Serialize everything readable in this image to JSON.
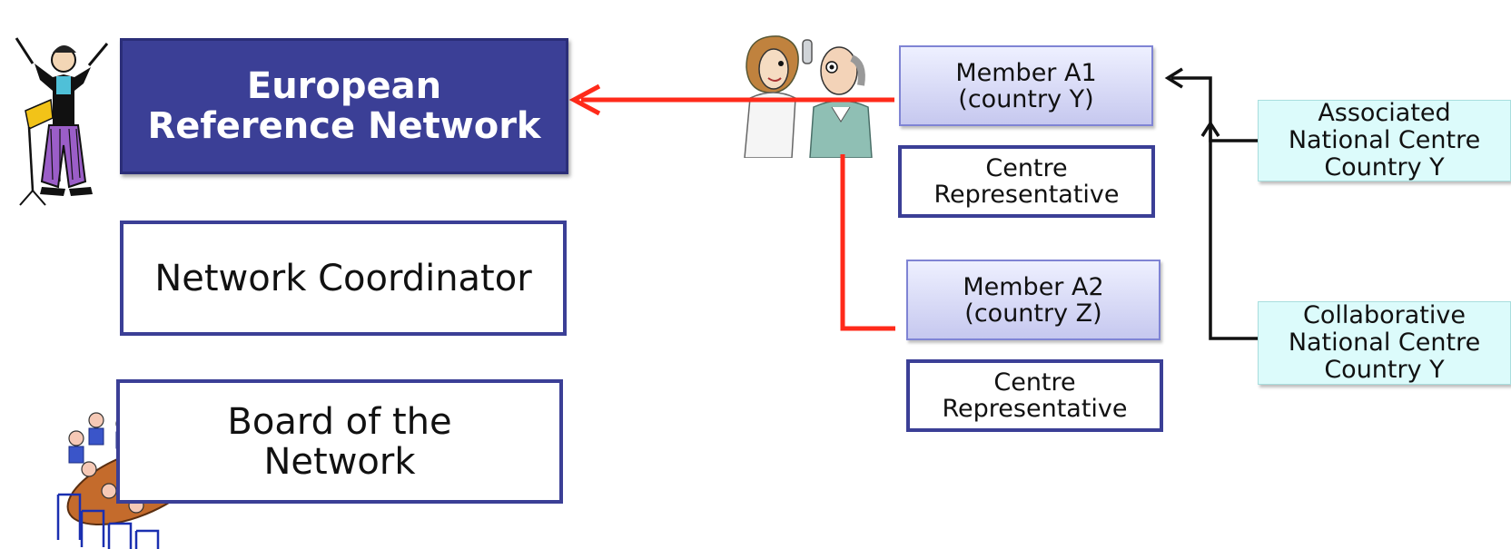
{
  "erp": {
    "line1": "European",
    "line2": "Reference Network"
  },
  "coordinator": {
    "label": "Network Coordinator"
  },
  "board": {
    "line1": "Board of the",
    "line2": "Network"
  },
  "member_a1": {
    "line1": "Member A1",
    "line2": "(country Y)"
  },
  "rep1": {
    "line1": "Centre",
    "line2": "Representative"
  },
  "member_a2": {
    "line1": "Member A2",
    "line2": "(country Z)"
  },
  "rep2": {
    "line1": "Centre",
    "line2": "Representative"
  },
  "associated": {
    "line1": "Associated",
    "line2": "National Centre",
    "line3": "Country Y"
  },
  "collaborative": {
    "line1": "Collaborative",
    "line2": "National Centre",
    "line3": "Country Y"
  },
  "colors": {
    "navy": "#3b3f96",
    "red": "#ff2a1a",
    "light_blue": "#dcfbfb",
    "lavender": "#c6c8ef"
  },
  "icons": [
    "conductor-icon",
    "doctors-icon",
    "meeting-table-icon"
  ]
}
